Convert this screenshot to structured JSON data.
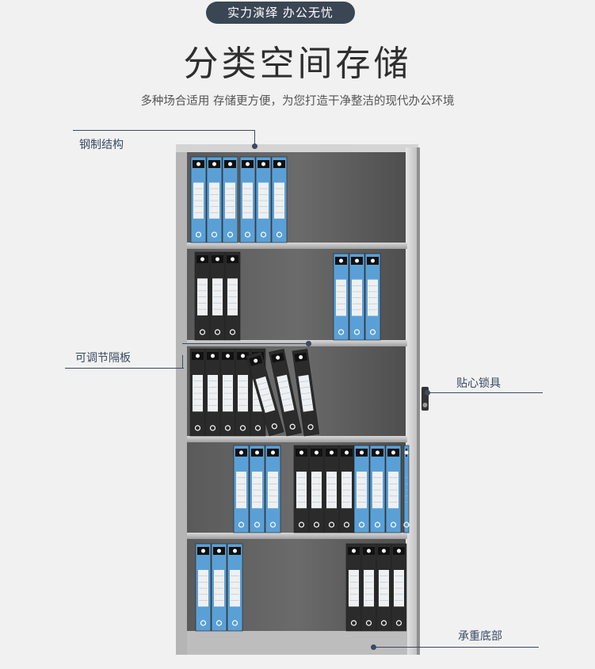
{
  "header": {
    "badge": "实力演绎 办公无忧",
    "title": "分类空间存储",
    "subtitle": "多种场合适用  存储更方便，为您打造干净整洁的现代办公环境"
  },
  "callouts": {
    "steel": "钢制结构",
    "shelf": "可调节隔板",
    "lock": "贴心锁具",
    "base": "承重底部"
  },
  "colors": {
    "accent": "#3b4a63",
    "blue_binder": "#5aa0d6",
    "dark_binder": "#2b2b2b",
    "cabinet_frame": "#c9c9c9",
    "cabinet_interior": "#4a4a4a"
  }
}
